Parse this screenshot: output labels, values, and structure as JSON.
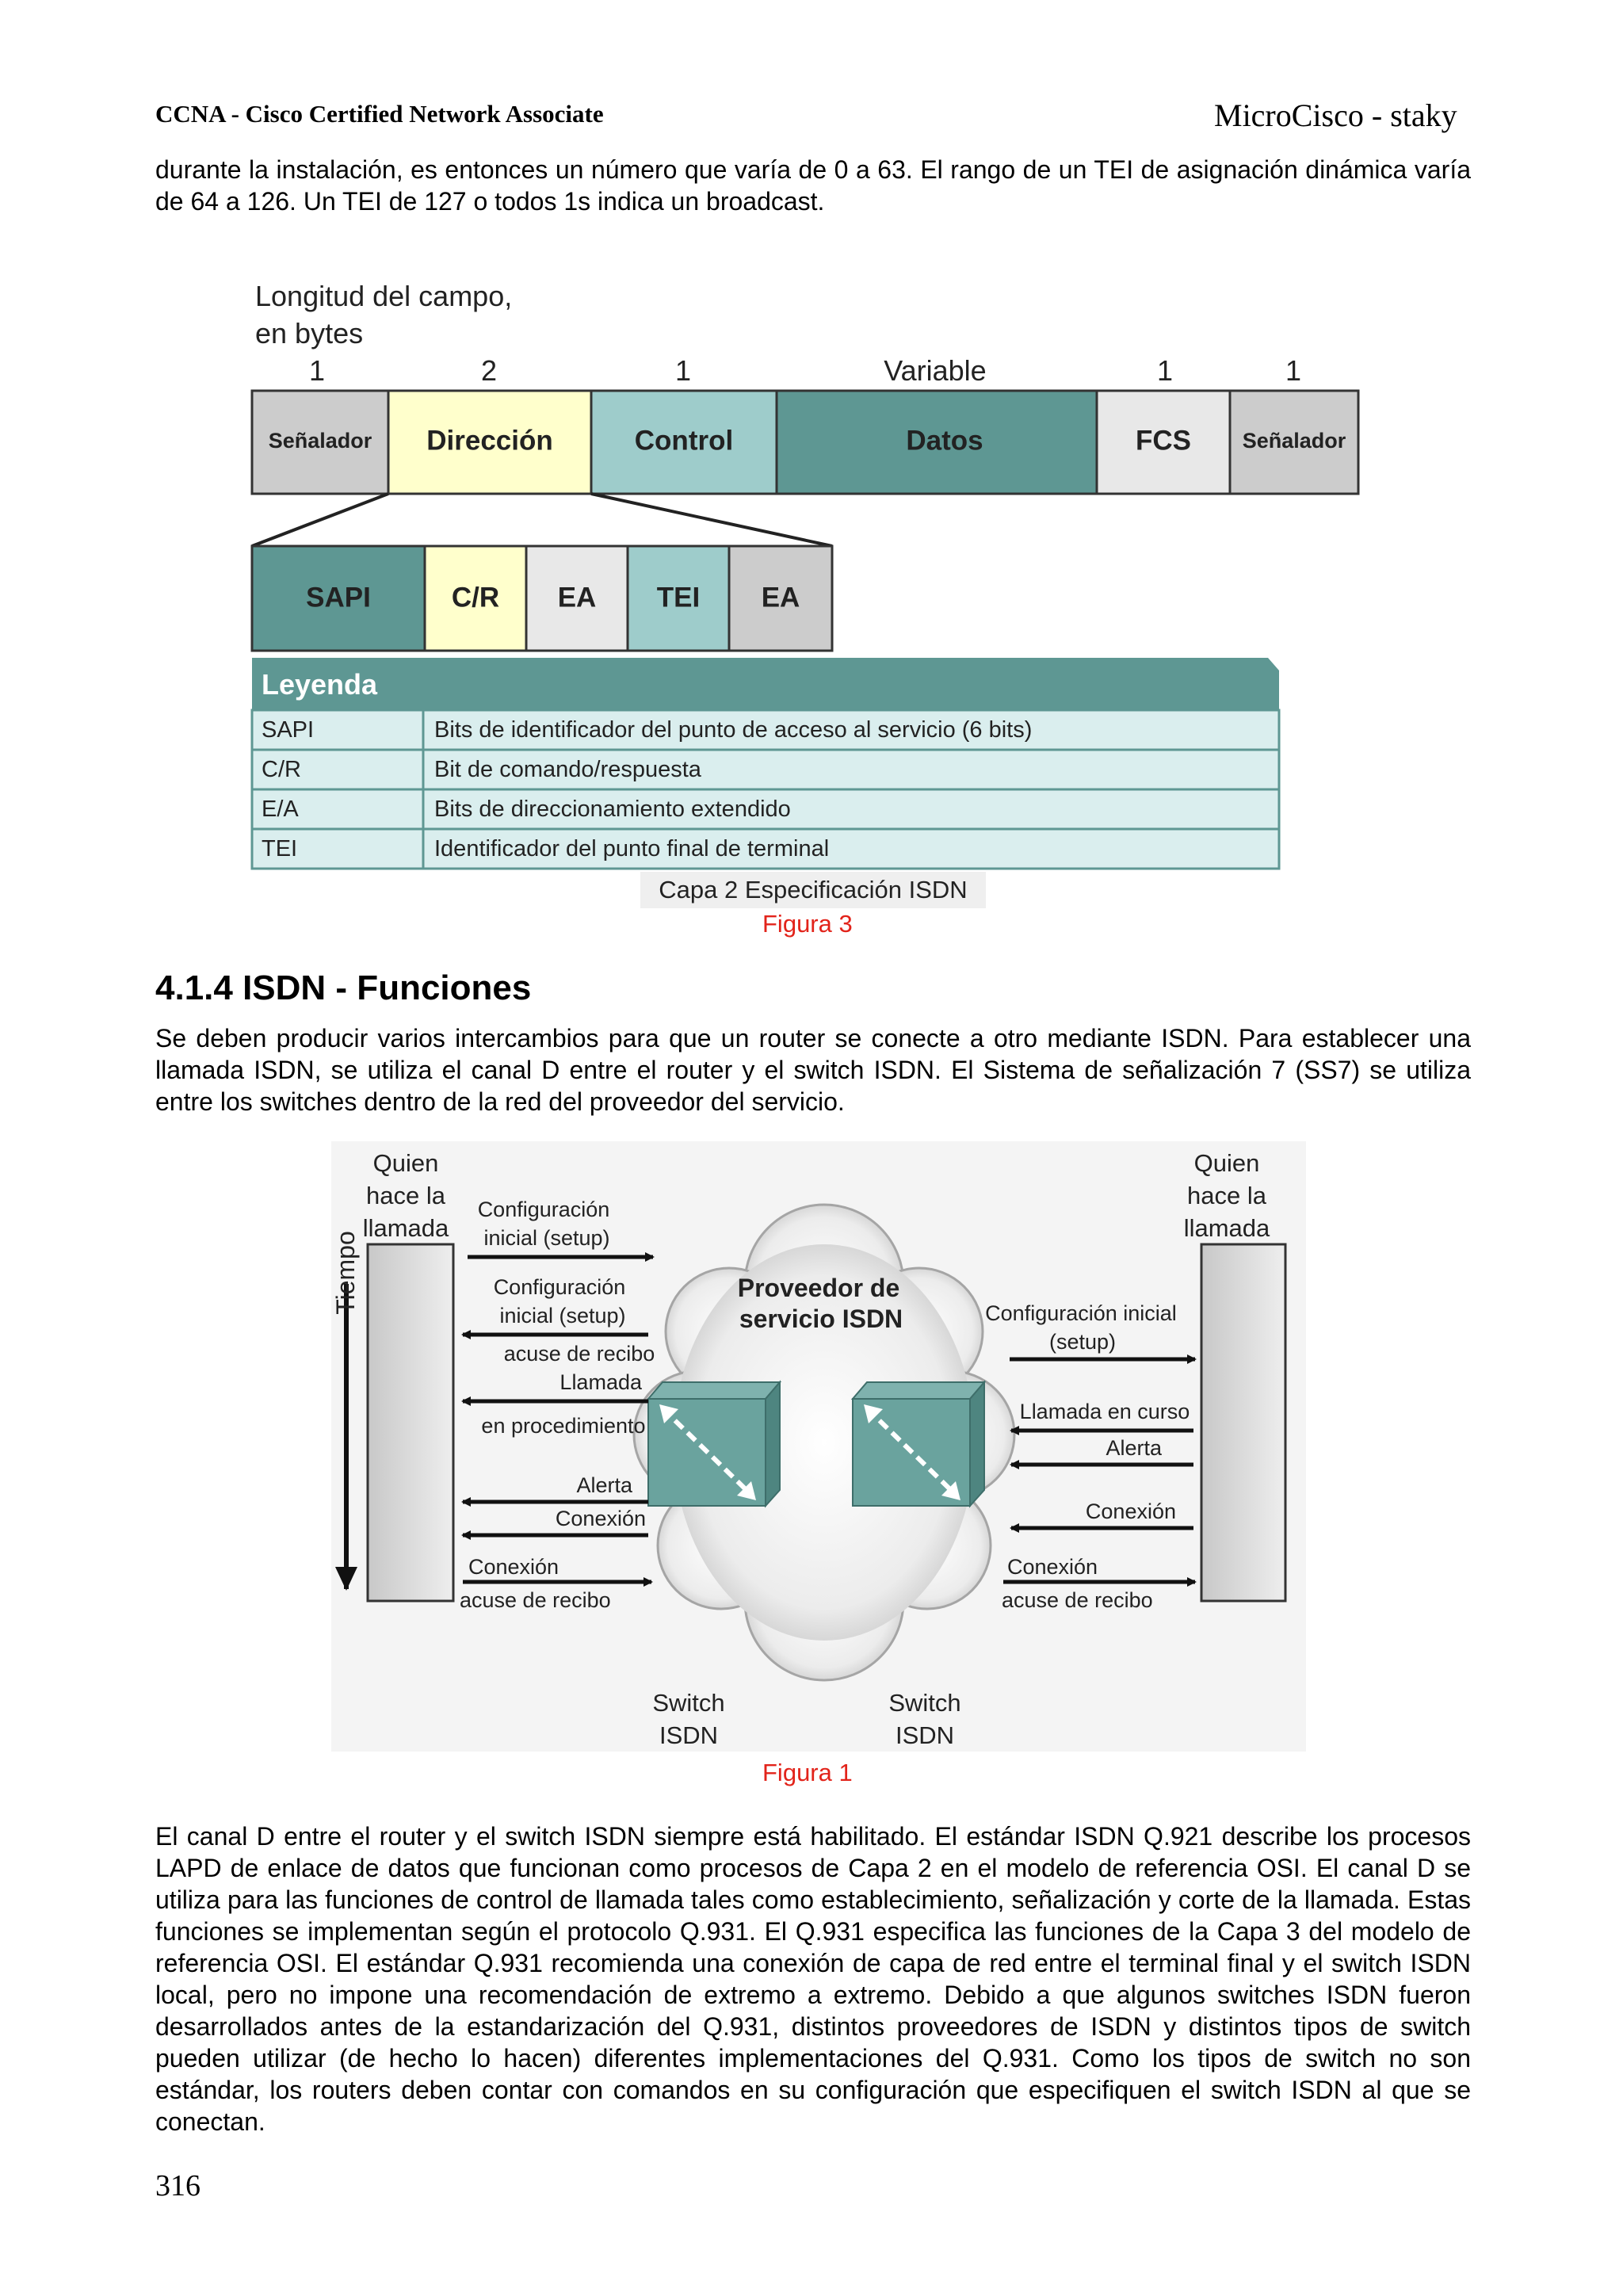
{
  "header": {
    "left": "CCNA - Cisco Certified Network Associate",
    "right": "MicroCisco - staky"
  },
  "paragraphs": {
    "intro": "durante la instalación, es entonces un número que varía de 0 a 63. El rango de un TEI de asignación dinámica varía de 64 a 126. Un TEI de 127 o todos 1s indica un broadcast.",
    "functions": "Se deben producir varios intercambios para que un router se conecte a otro mediante ISDN. Para establecer una llamada ISDN, se utiliza el canal D entre el router y el switch ISDN. El Sistema de señalización 7 (SS7) se utiliza entre los switches dentro de la red del proveedor del servicio.",
    "dchannel": "El canal D entre el router y el switch ISDN siempre está habilitado. El estándar ISDN Q.921 describe los procesos LAPD de enlace de datos que funcionan como procesos de Capa 2 en el modelo de referencia OSI. El canal D se utiliza para las funciones de control de llamada tales como establecimiento, señalización y corte de la llamada. Estas funciones se implementan según el protocolo Q.931. El Q.931 especifica las funciones de la Capa 3 del modelo de referencia OSI. El estándar Q.931 recomienda una conexión de capa de red entre el terminal final y el switch ISDN local, pero no impone una recomendación de extremo a extremo. Debido a que algunos switches ISDN fueron desarrollados antes de la estandarización del Q.931, distintos proveedores de ISDN y distintos tipos de switch pueden utilizar (de hecho lo hacen) diferentes implementaciones del Q.931. Como los tipos de switch no son estándar, los routers deben contar con comandos en su configuración que especifiquen el switch ISDN al que se conectan."
  },
  "section_title": "4.1.4 ISDN - Funciones",
  "figure3": {
    "length_label_1": "Longitud del campo,",
    "length_label_2": "en bytes",
    "lengths": [
      "1",
      "2",
      "1",
      "Variable",
      "1",
      "1"
    ],
    "fields": [
      "Señalador",
      "Dirección",
      "Control",
      "Datos",
      "FCS",
      "Señalador"
    ],
    "subfields": [
      "SAPI",
      "C/R",
      "EA",
      "TEI",
      "EA"
    ],
    "legend_title": "Leyenda",
    "legend_rows": [
      {
        "key": "SAPI",
        "desc": "Bits de identificador del punto de acceso al servicio (6 bits)"
      },
      {
        "key": "C/R",
        "desc": "Bit de comando/respuesta"
      },
      {
        "key": "E/A",
        "desc": "Bits de direccionamiento extendido"
      },
      {
        "key": "TEI",
        "desc": "Identificador del punto final de terminal"
      }
    ],
    "subtitle": "Capa 2 Especificación ISDN",
    "caption": "Figura 3",
    "colors": {
      "teal_dark": "#5e9793",
      "teal_light": "#9ecccb",
      "yellow": "#ffffcc",
      "grey_light": "#e8e8e8",
      "grey": "#cccccc",
      "legend_bg": "#daeeee"
    }
  },
  "figure1": {
    "caller_left": [
      "Quien",
      "hace la",
      "llamada"
    ],
    "caller_right": [
      "Quien",
      "hace la",
      "llamada"
    ],
    "time_label": "Tiempo",
    "cloud_title_1": "Proveedor de",
    "cloud_title_2": "servicio ISDN",
    "left_msgs": {
      "setup_1": "Configuración",
      "setup_2": "inicial (setup)",
      "setup_ack_1": "Configuración",
      "setup_ack_2": "inicial (setup)",
      "setup_ack_3": "acuse de recibo",
      "proceeding_1": "Llamada",
      "proceeding_2": "en procedimiento",
      "alert": "Alerta",
      "connect": "Conexión",
      "connect_ack_1": "Conexión",
      "connect_ack_2": "acuse de recibo"
    },
    "right_msgs": {
      "setup_1": "Configuración inicial",
      "setup_2": "(setup)",
      "in_progress": "Llamada en curso",
      "alert": "Alerta",
      "connect": "Conexión",
      "connect_ack_1": "Conexión",
      "connect_ack_2": "acuse de recibo"
    },
    "switch_left": [
      "Switch",
      "ISDN"
    ],
    "switch_right": [
      "Switch",
      "ISDN"
    ],
    "caption": "Figura 1"
  },
  "page_number": "316"
}
